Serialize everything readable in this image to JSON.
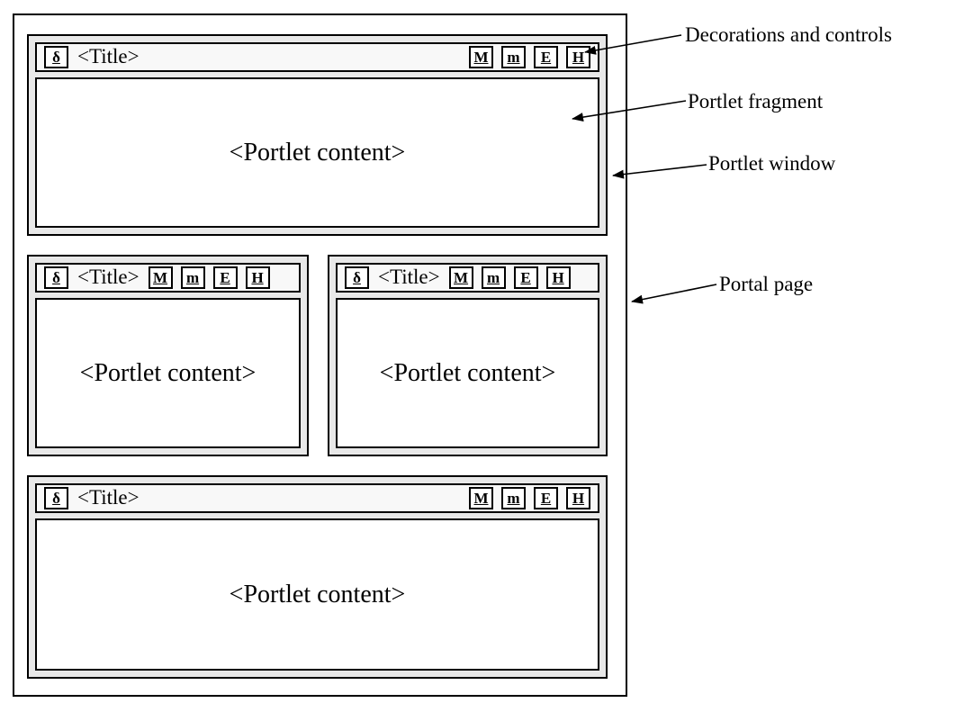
{
  "portal_page": {
    "portlets": [
      {
        "icon": "δ",
        "title": "<Title>",
        "controls": [
          "M",
          "m",
          "E",
          "H"
        ],
        "content": "<Portlet content>"
      },
      {
        "icon": "δ",
        "title": "<Title>",
        "controls": [
          "M",
          "m",
          "E",
          "H"
        ],
        "content": "<Portlet content>"
      },
      {
        "icon": "δ",
        "title": "<Title>",
        "controls": [
          "M",
          "m",
          "E",
          "H"
        ],
        "content": "<Portlet content>"
      },
      {
        "icon": "δ",
        "title": "<Title>",
        "controls": [
          "M",
          "m",
          "E",
          "H"
        ],
        "content": "<Portlet content>"
      }
    ]
  },
  "annotations": {
    "decorations": "Decorations and controls",
    "fragment": "Portlet fragment",
    "window": "Portlet window",
    "page": "Portal page"
  },
  "colors": {
    "frame_gray": "#e8e8e8",
    "titlebar_bg": "#f8f8f8",
    "line_black": "#000000"
  }
}
